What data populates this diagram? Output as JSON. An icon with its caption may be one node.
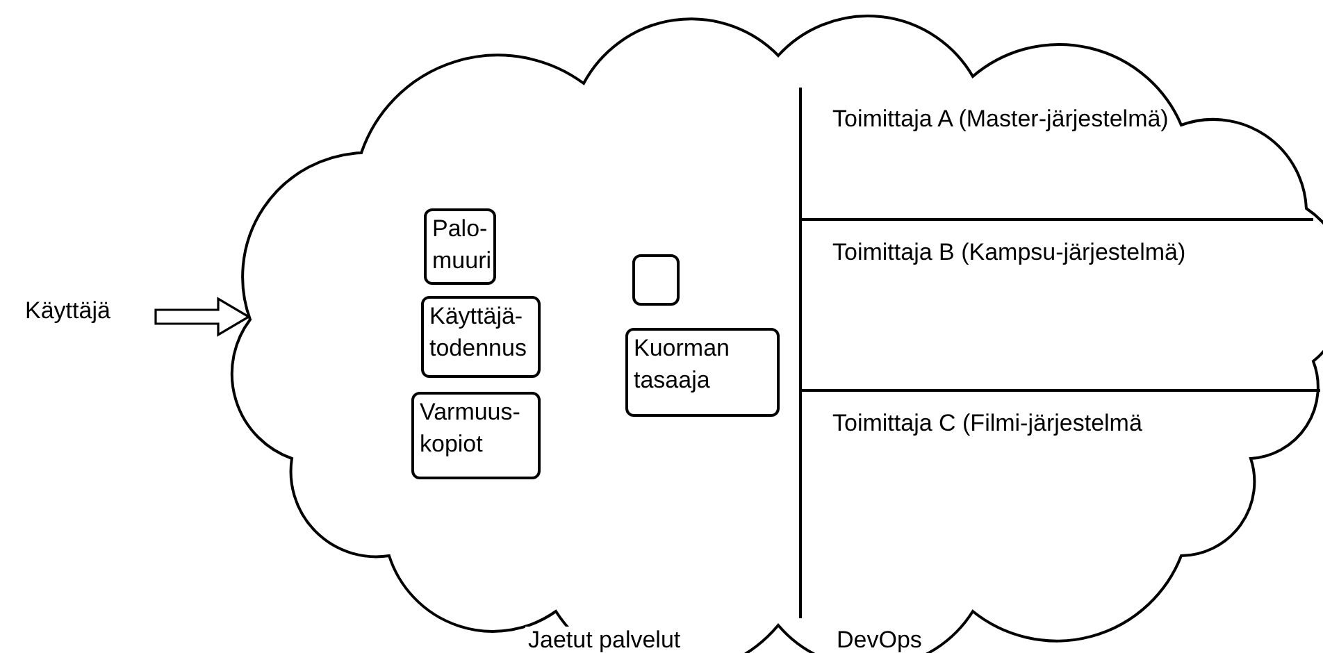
{
  "diagram": {
    "nodes": [
      {
        "text": [
          "Käyttäjä"
        ]
      },
      {
        "text": [],
        "shape": "cloud"
      },
      {
        "text": [
          "Palo- muuri"
        ],
        "in": 1
      },
      {
        "text": [
          "Käyttäjä- todennus"
        ],
        "in": 1
      },
      {
        "text": [
          "Varmuus- kopiot"
        ],
        "in": 1
      },
      {
        "text": [],
        "shape": "box",
        "in": 1
      },
      {
        "text": [
          "Kuorman tasaaja"
        ],
        "in": 1
      },
      {
        "text": [
          "Toimittaja A (Master-järjestelmä)"
        ],
        "in": 1
      },
      {
        "text": [
          "Toimittaja B (Kampsu-järjestelmä)"
        ],
        "in": 1
      },
      {
        "text": [
          "Toimittaja C (Filmi-järjestelmä"
        ],
        "in": 1
      }
    ],
    "edges": [
      {
        "from": 0,
        "to": 1,
        "arrow": "to"
      }
    ],
    "labels": [
      "Jaetut palvelut",
      "DevOps"
    ]
  }
}
